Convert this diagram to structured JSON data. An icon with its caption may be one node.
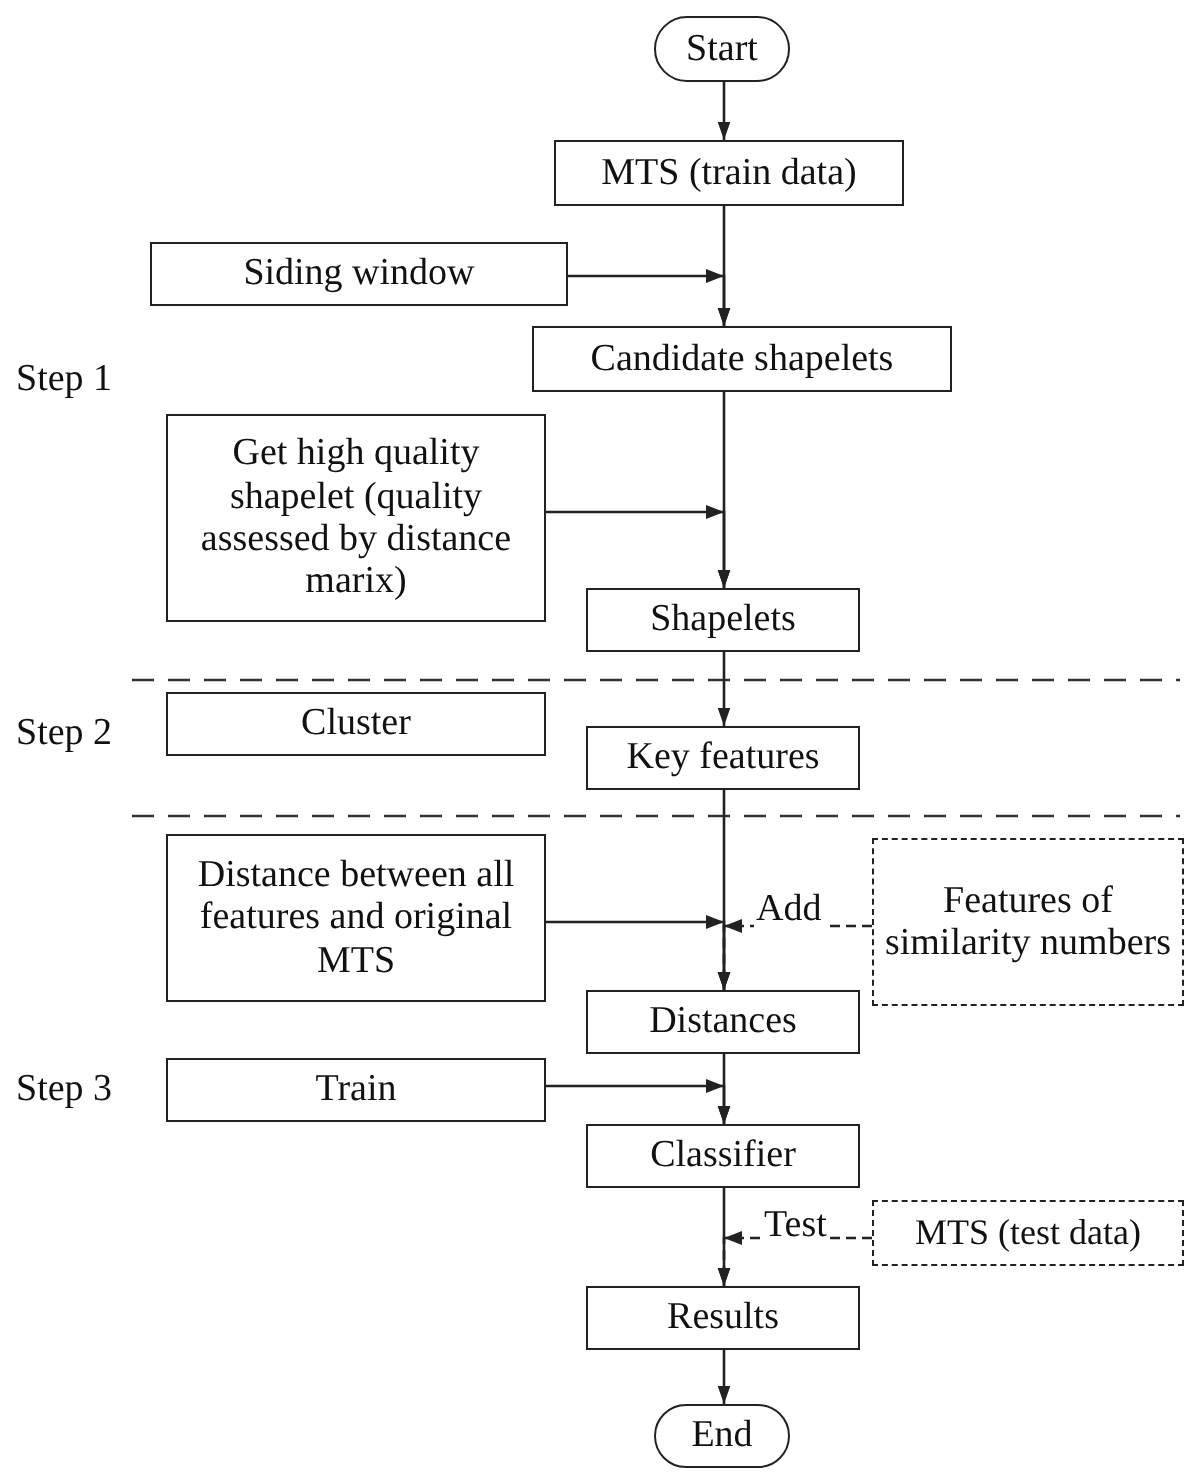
{
  "diagram": {
    "nodes": [
      {
        "text": [
          "Start"
        ]
      },
      {
        "text": [
          "MTS (train data)"
        ]
      },
      {
        "text": [
          "Siding window"
        ]
      },
      {
        "text": [
          "Candidate shapelets"
        ]
      },
      {
        "text": [
          "Get high quality shapelet (quality assessed by distance marix)"
        ]
      },
      {
        "text": [
          "Shapelets"
        ]
      },
      {
        "text": [
          "Cluster"
        ]
      },
      {
        "text": [
          "Key features"
        ]
      },
      {
        "text": [
          "Distance between all features and original MTS"
        ]
      },
      {
        "text": [
          "Features of similarity numbers"
        ]
      },
      {
        "text": [
          "Distances"
        ]
      },
      {
        "text": [
          "Train"
        ]
      },
      {
        "text": [
          "Classifier"
        ]
      },
      {
        "text": [
          "MTS (test data)"
        ]
      },
      {
        "text": [
          "Results"
        ]
      },
      {
        "text": [
          "End"
        ]
      }
    ],
    "edges": [
      {
        "from": 0,
        "to": 1,
        "arrow": "to"
      },
      {
        "from": 1,
        "to": 3,
        "arrow": "to"
      },
      {
        "from": 2,
        "to": 3,
        "arrow": "to"
      },
      {
        "from": 3,
        "to": 5,
        "arrow": "to"
      },
      {
        "from": 4,
        "to": 5,
        "arrow": "to"
      },
      {
        "from": 5,
        "to": 7,
        "arrow": "to"
      },
      {
        "from": 7,
        "to": 10,
        "arrow": "to"
      },
      {
        "from": 8,
        "to": 10,
        "arrow": "to"
      },
      {
        "from": 9,
        "to": 10,
        "arrow": "to",
        "label": "Add",
        "style": "dashed"
      },
      {
        "from": 10,
        "to": 12,
        "arrow": "to"
      },
      {
        "from": 11,
        "to": 12,
        "arrow": "to"
      },
      {
        "from": 12,
        "to": 14,
        "arrow": "to"
      },
      {
        "from": 13,
        "to": 14,
        "arrow": "to",
        "label": "Test",
        "style": "dashed"
      },
      {
        "from": 14,
        "to": 15,
        "arrow": "to"
      }
    ],
    "labels": [
      "Step 1",
      "Step 2",
      "Step 3"
    ]
  }
}
